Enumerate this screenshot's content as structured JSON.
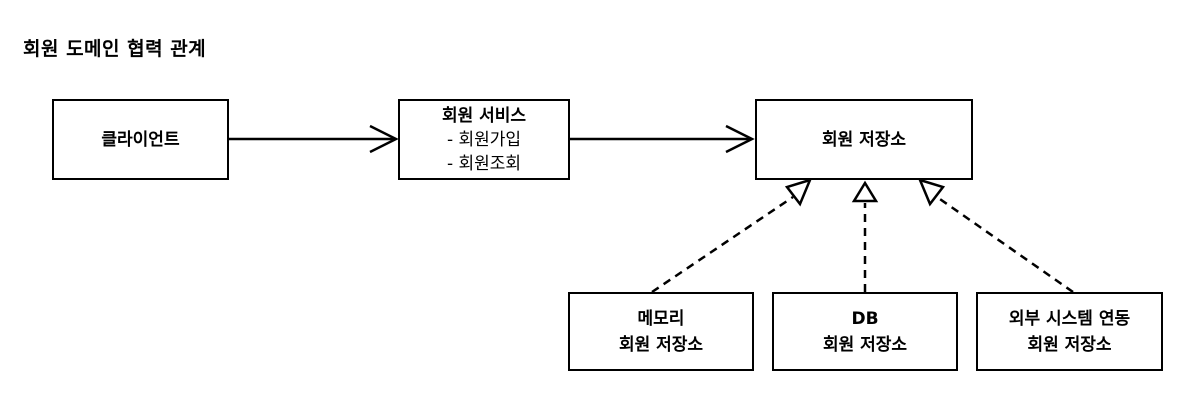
{
  "title": "회원 도메인 협력 관계",
  "nodes": {
    "client": {
      "label": "클라이언트"
    },
    "member_service": {
      "title": "회원 서비스",
      "items": [
        "- 회원가입",
        "- 회원조회"
      ]
    },
    "member_repository": {
      "label": "회원 저장소"
    },
    "memory_repository": {
      "line1": "메모리",
      "line2": "회원 저장소"
    },
    "db_repository": {
      "line1": "DB",
      "line2": "회원 저장소"
    },
    "external_repository": {
      "line1": "외부 시스템 연동",
      "line2": "회원 저장소"
    }
  }
}
